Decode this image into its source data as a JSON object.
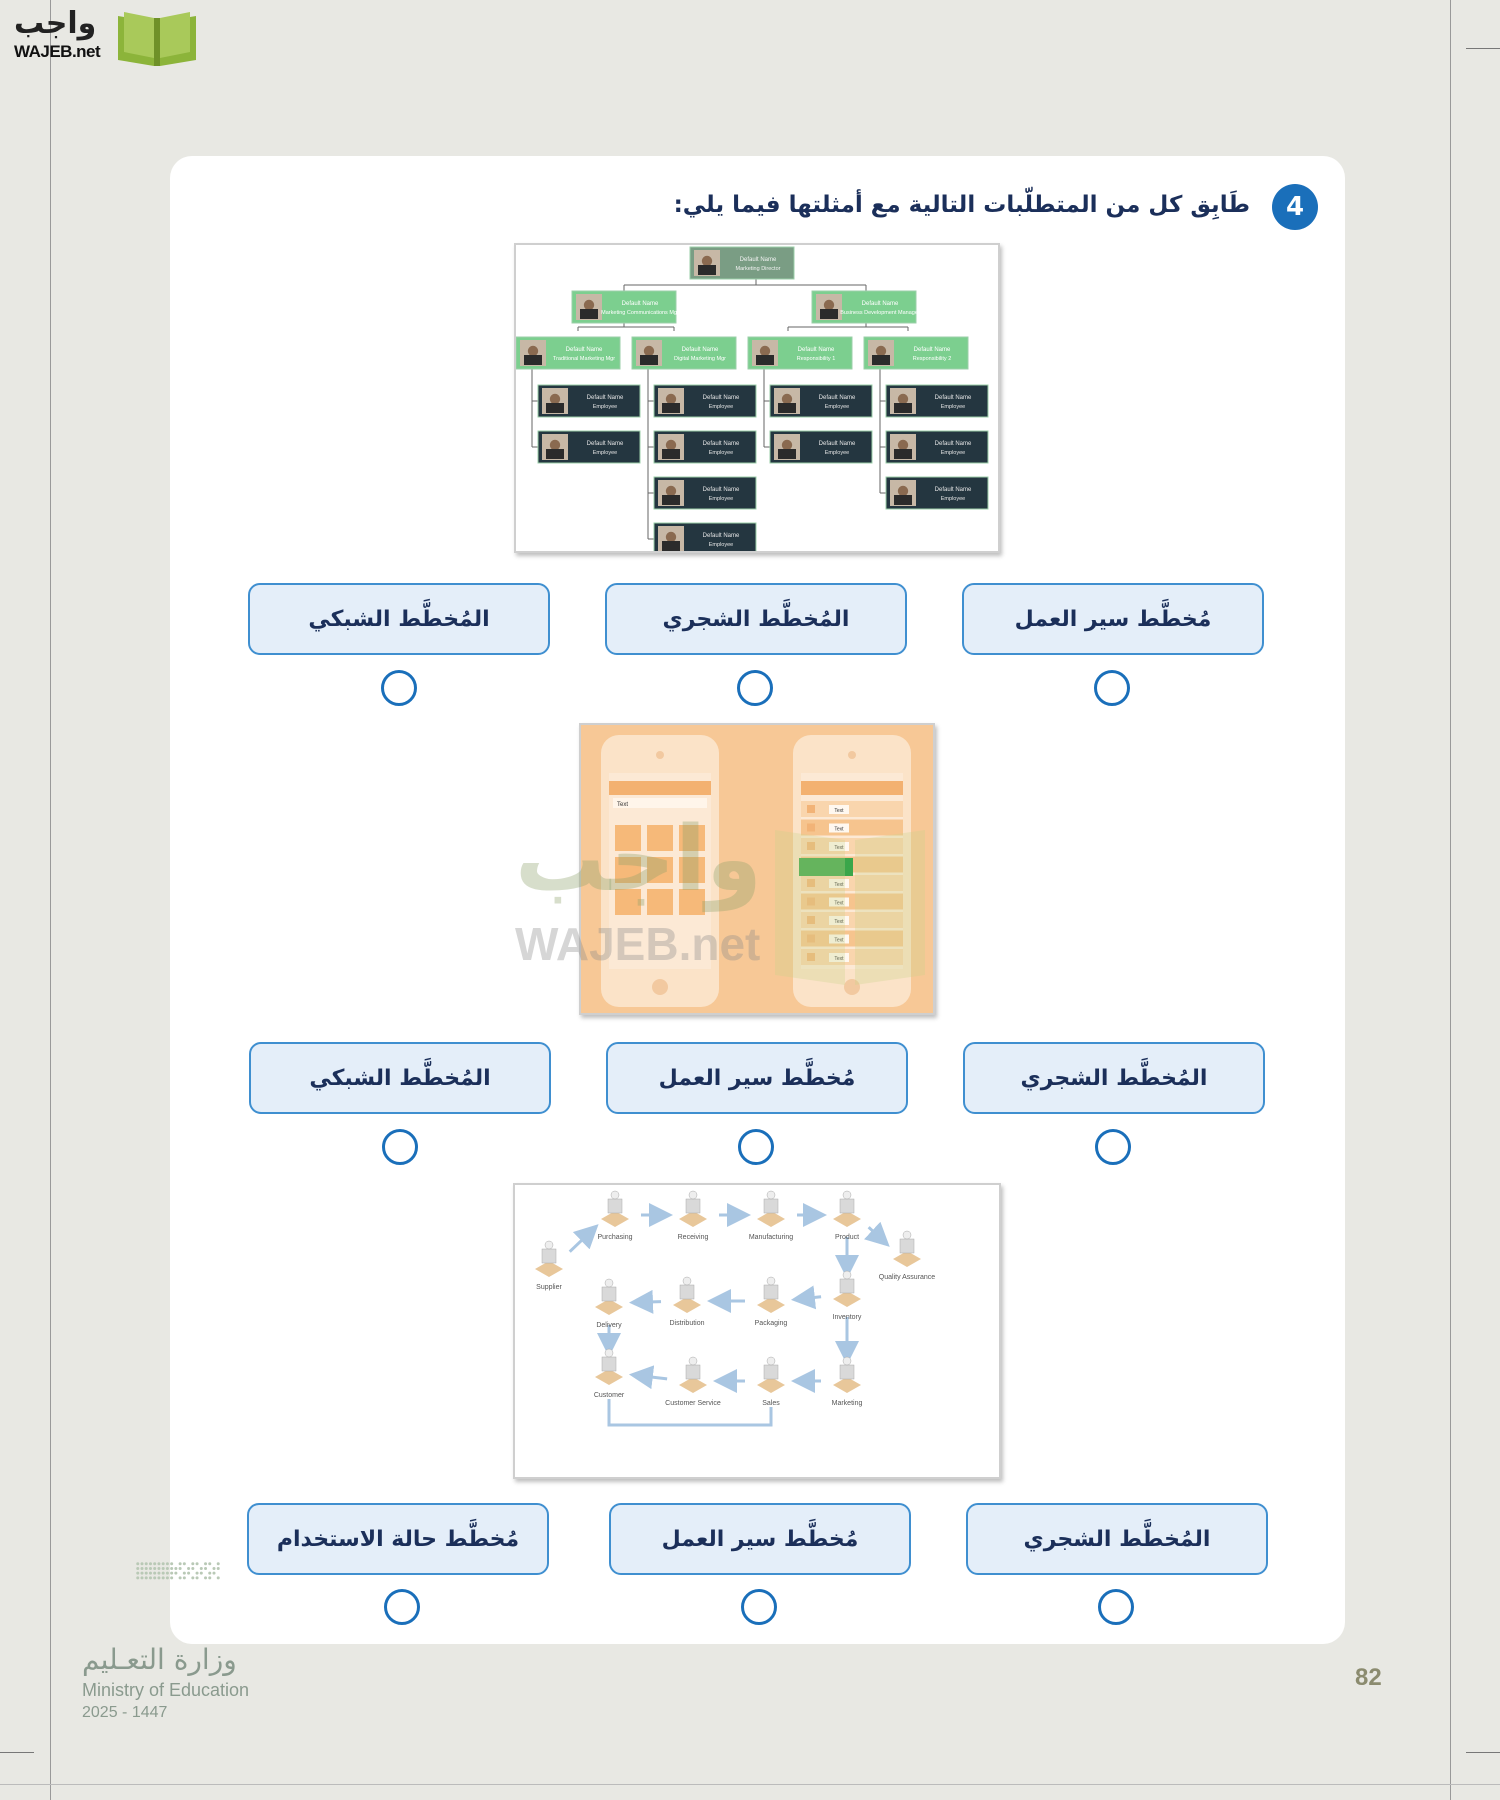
{
  "logo": {
    "arabic": "واجب",
    "latin": "WAJEB.net"
  },
  "question": {
    "number": "4",
    "text": "طَابِق كل من المتطلّبات التالية مع أمثلتها فيما يلي:"
  },
  "figures": {
    "org_chart": {
      "top": {
        "name": "Default Name",
        "role": "Marketing Director"
      },
      "level2": [
        {
          "name": "Default Name",
          "role": "Marketing Communications Mgr"
        },
        {
          "name": "Default Name",
          "role": "Business Development Manager"
        }
      ],
      "level3": [
        {
          "name": "Default Name",
          "role": "Traditional Marketing Mgr"
        },
        {
          "name": "Default Name",
          "role": "Digital Marketing Mgr"
        },
        {
          "name": "Default Name",
          "role": "Responsibility 1"
        },
        {
          "name": "Default Name",
          "role": "Responsibility 2"
        }
      ],
      "employee": {
        "name": "Default Name",
        "role": "Employee"
      }
    },
    "app_wireframe": {
      "field": "Text",
      "list_item": "Text"
    },
    "supply_chain": {
      "nodes": [
        "Supplier",
        "Purchasing",
        "Receiving",
        "Manufacturing",
        "Product",
        "Quality Assurance",
        "Inventory",
        "Packaging",
        "Distribution",
        "Delivery",
        "Customer",
        "Customer Service",
        "Sales",
        "Marketing"
      ]
    }
  },
  "groups": [
    {
      "options": [
        "المُخطَّط الشبكي",
        "المُخطَّط الشجري",
        "مُخطَّط سير العمل"
      ]
    },
    {
      "options": [
        "المُخطَّط الشبكي",
        "مُخطَّط سير العمل",
        "المُخطَّط الشجري"
      ]
    },
    {
      "options": [
        "مُخطَّط حالة الاستخدام",
        "مُخطَّط سير العمل",
        "المُخطَّط الشجري"
      ]
    }
  ],
  "ministry": {
    "arabic": "وزارة التعـليم",
    "english": "Ministry of Education",
    "year": "2025 - 1447"
  },
  "page_number": "82"
}
